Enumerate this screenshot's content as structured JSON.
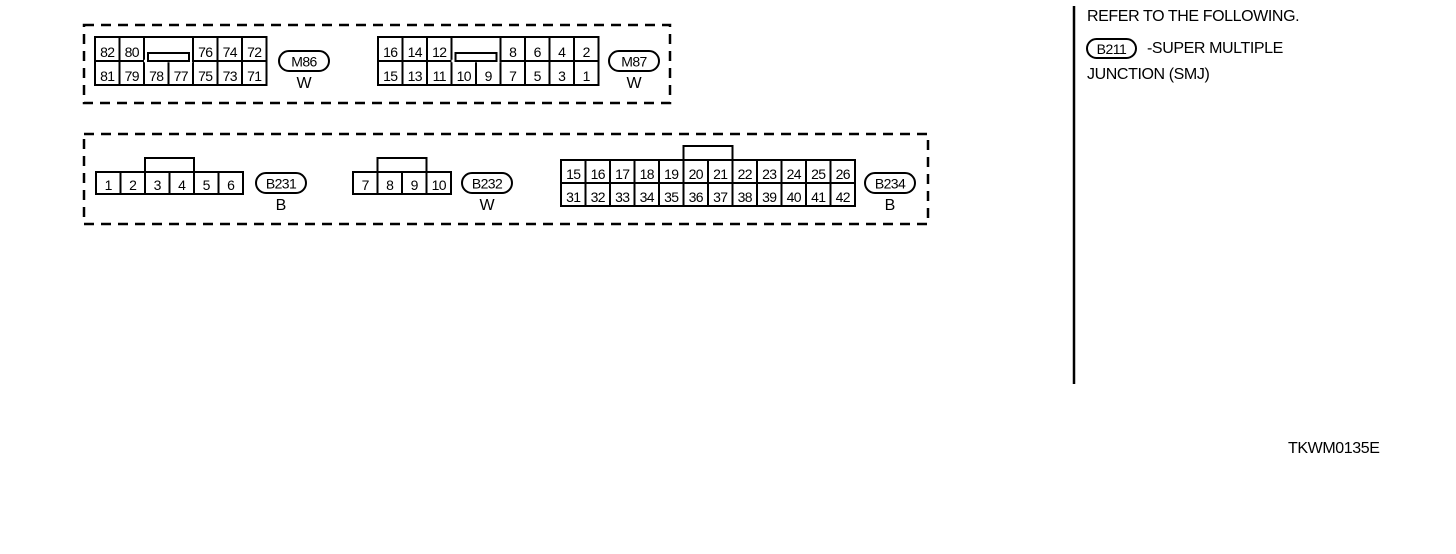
{
  "connectors": [
    {
      "id": "M86",
      "color": "W",
      "top": [
        {
          "t": "82"
        },
        {
          "t": "80"
        },
        {
          "t": "",
          "key": true
        },
        {
          "t": "76"
        },
        {
          "t": "74"
        },
        {
          "t": "72"
        }
      ],
      "bottom": [
        "81",
        "79",
        "78",
        "77",
        "75",
        "73",
        "71"
      ]
    },
    {
      "id": "M87",
      "color": "W",
      "top": [
        {
          "t": "16"
        },
        {
          "t": "14"
        },
        {
          "t": "12"
        },
        {
          "t": "",
          "key": true
        },
        {
          "t": "8"
        },
        {
          "t": "6"
        },
        {
          "t": "4"
        },
        {
          "t": "2"
        }
      ],
      "bottom": [
        "15",
        "13",
        "11",
        "10",
        "9",
        "7",
        "5",
        "3",
        "1"
      ]
    },
    {
      "id": "B231",
      "color": "B",
      "pins": [
        "1",
        "2",
        "3",
        "4",
        "5",
        "6"
      ]
    },
    {
      "id": "B232",
      "color": "W",
      "pins": [
        "7",
        "8",
        "9",
        "10"
      ]
    },
    {
      "id": "B234",
      "color": "B",
      "top": [
        "15",
        "16",
        "17",
        "18",
        "19",
        "20",
        "21",
        "22",
        "23",
        "24",
        "25",
        "26"
      ],
      "bottom": [
        "31",
        "32",
        "33",
        "34",
        "35",
        "36",
        "37",
        "38",
        "39",
        "40",
        "41",
        "42"
      ]
    }
  ],
  "reference": {
    "heading": "REFER TO THE FOLLOWING.",
    "badge": "B211",
    "line1": "-SUPER MULTIPLE",
    "line2": "JUNCTION (SMJ)"
  },
  "figure_code": "TKWM0135E"
}
